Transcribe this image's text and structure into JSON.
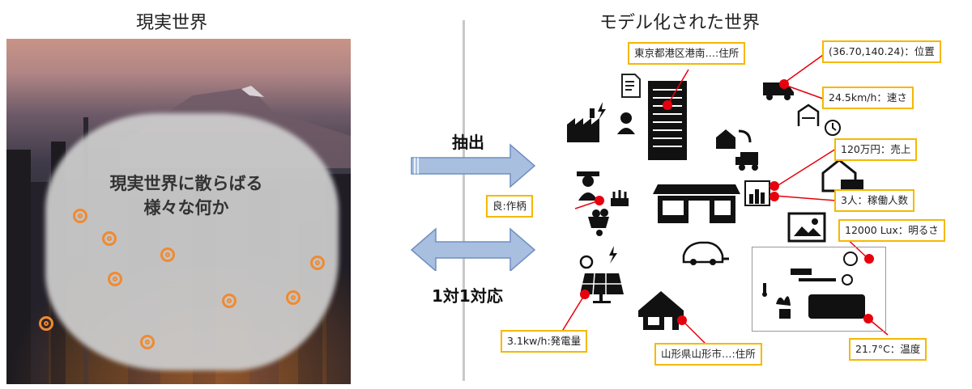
{
  "left_title": "現実世界",
  "right_title": "モデル化された世界",
  "cloud_text": [
    "現実世界に散らばる",
    "様々な何か"
  ],
  "arrow_labels": {
    "extract": "抽出",
    "correspondence": "1対1対応"
  },
  "labels": {
    "address_tokyo": "東京都港区港南…:住所",
    "position": "(36.70,140.24)：位置",
    "speed": "24.5km/h：速さ",
    "sales": "120万円：売上",
    "workers": "3人：稼働人数",
    "crop": "良:作柄",
    "brightness": "12000 Lux：明るさ",
    "power": "3.1kw/h:発電量",
    "address_yamagata": "山形県山形市…:住所",
    "temperature": "21.7°C：温度"
  },
  "colors": {
    "arrow_fill": "#a9bfe0",
    "arrow_stroke": "#6f8fbf",
    "label_border": "#f5b800",
    "marker": "#e6000e",
    "ring": "#f08a30"
  },
  "icons": [
    "document-icon",
    "building-icon",
    "factory-icon",
    "worker-icon",
    "truck-icon",
    "warehouse-icon",
    "clock-icon",
    "house-return-icon",
    "delivery-truck-icon",
    "house-icon",
    "chart-icon",
    "farmer-icon",
    "sprouts-icon",
    "harvest-cart-icon",
    "store-icon",
    "picture-icon",
    "car-charging-icon",
    "solar-panel-icon",
    "home-icon",
    "living-room-icon"
  ]
}
